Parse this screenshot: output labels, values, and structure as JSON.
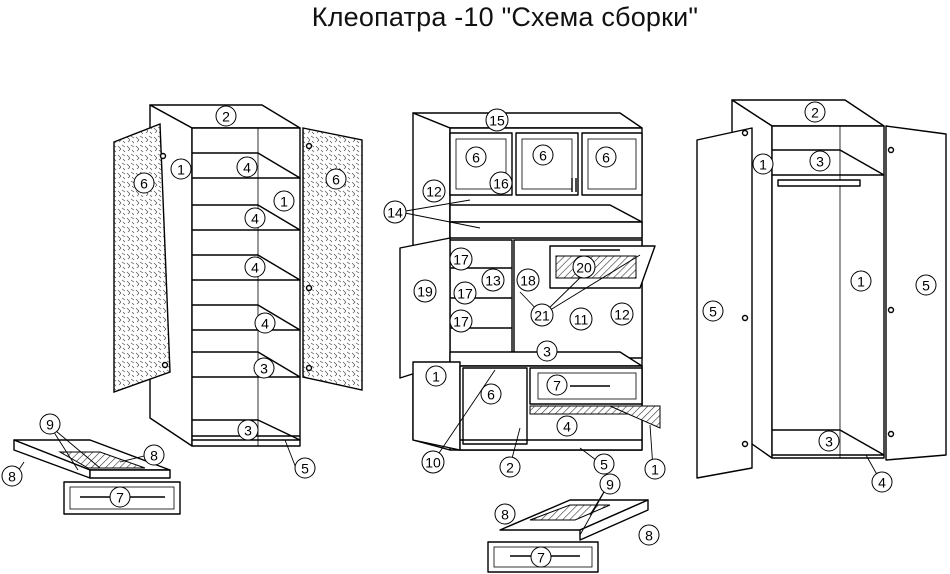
{
  "title": "Клеопатра -10 \"Схема сборки\"",
  "callouts": [
    {
      "t": "2"
    },
    {
      "t": "1"
    },
    {
      "t": "6"
    },
    {
      "t": "4"
    },
    {
      "t": "1"
    },
    {
      "t": "6"
    },
    {
      "t": "4"
    },
    {
      "t": "4"
    },
    {
      "t": "4"
    },
    {
      "t": "3"
    },
    {
      "t": "3"
    },
    {
      "t": "5"
    },
    {
      "t": "9"
    },
    {
      "t": "8"
    },
    {
      "t": "8"
    },
    {
      "t": "7"
    },
    {
      "t": "15"
    },
    {
      "t": "6"
    },
    {
      "t": "6"
    },
    {
      "t": "6"
    },
    {
      "t": "16"
    },
    {
      "t": "12"
    },
    {
      "t": "14"
    },
    {
      "t": "17"
    },
    {
      "t": "13"
    },
    {
      "t": "18"
    },
    {
      "t": "20"
    },
    {
      "t": "19"
    },
    {
      "t": "17"
    },
    {
      "t": "21"
    },
    {
      "t": "17"
    },
    {
      "t": "11"
    },
    {
      "t": "12"
    },
    {
      "t": "3"
    },
    {
      "t": "1"
    },
    {
      "t": "6"
    },
    {
      "t": "7"
    },
    {
      "t": "4"
    },
    {
      "t": "10"
    },
    {
      "t": "2"
    },
    {
      "t": "5"
    },
    {
      "t": "1"
    },
    {
      "t": "9"
    },
    {
      "t": "8"
    },
    {
      "t": "8"
    },
    {
      "t": "7"
    },
    {
      "t": "2"
    },
    {
      "t": "1"
    },
    {
      "t": "3"
    },
    {
      "t": "5"
    },
    {
      "t": "1"
    },
    {
      "t": "5"
    },
    {
      "t": "3"
    },
    {
      "t": "4"
    }
  ]
}
